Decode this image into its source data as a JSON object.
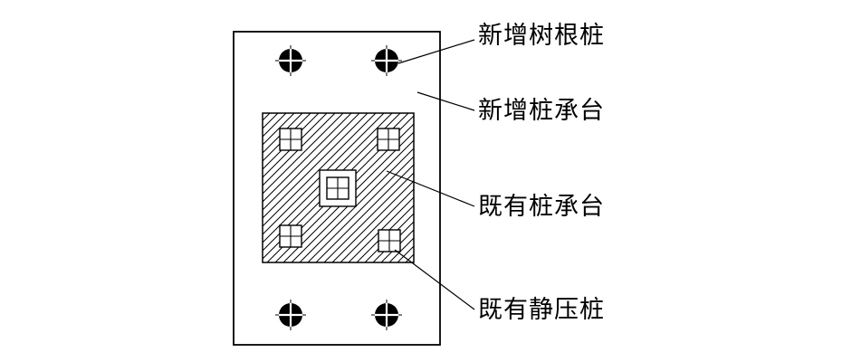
{
  "figure": {
    "type": "foundation-pile-plan-diagram",
    "background_color": "#ffffff",
    "line_color": "#000000",
    "hatch_fill": "diagonal-lines",
    "labels": {
      "root_pile": "新增树根桩",
      "new_pile_cap": "新增桩承台",
      "existing_pile_cap": "既有桩承台",
      "existing_jacked_pile": "既有静压桩"
    },
    "symbol_counts": {
      "new_root_piles": 4,
      "existing_jacked_piles": 5
    }
  }
}
